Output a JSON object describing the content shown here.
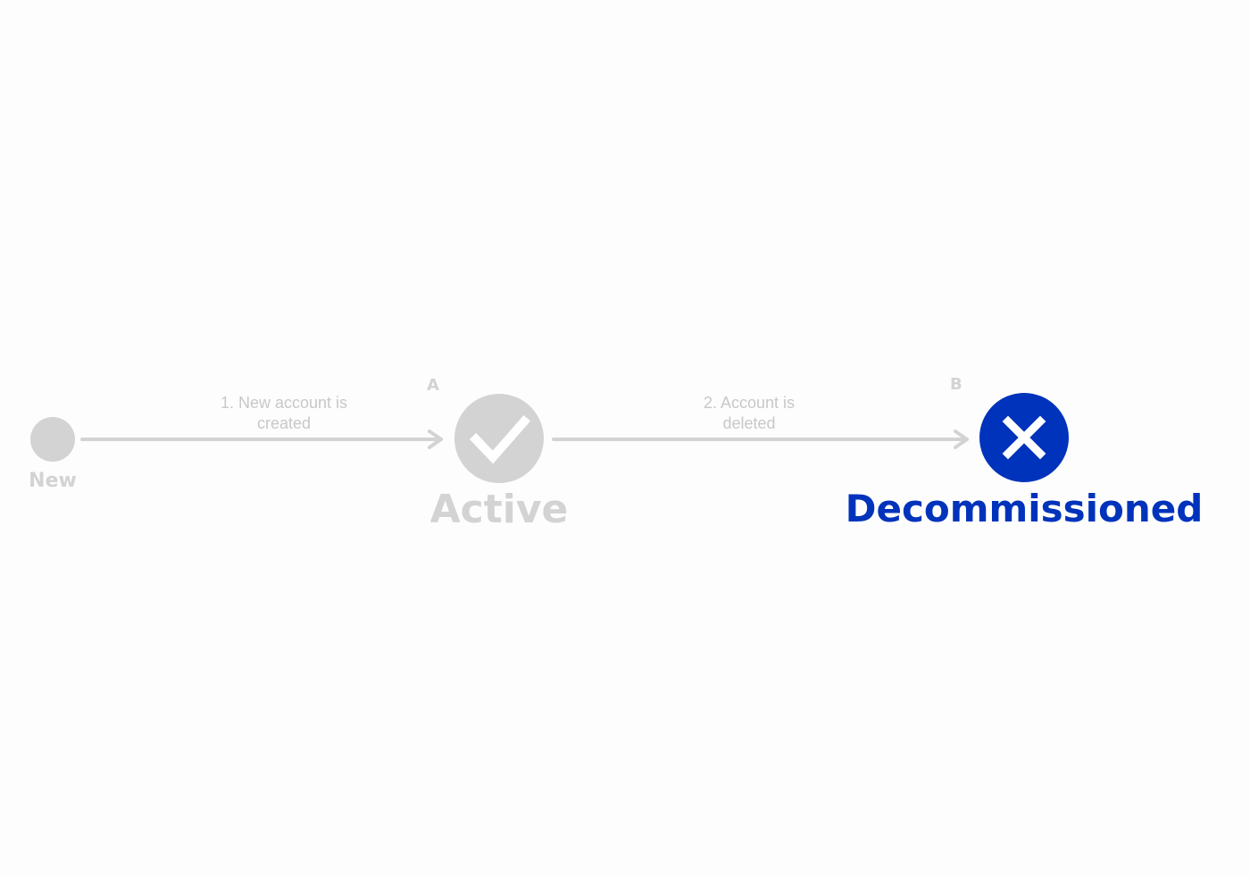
{
  "colors": {
    "inactive": "#d3d3d3",
    "inactive_text": "#c8c8c8",
    "active": "#0033bb",
    "background": "#fdfdfd"
  },
  "states": [
    {
      "id": "new",
      "label": "New",
      "marker": "",
      "icon": "dot-icon",
      "current": false
    },
    {
      "id": "active",
      "label": "Active",
      "marker": "A",
      "icon": "checkmark-icon",
      "current": false
    },
    {
      "id": "decommissioned",
      "label": "Decommissioned",
      "marker": "B",
      "icon": "close-icon",
      "current": true
    }
  ],
  "transitions": [
    {
      "from": "new",
      "to": "active",
      "label_line1": "1. New account is",
      "label_line2": "created"
    },
    {
      "from": "active",
      "to": "decommissioned",
      "label_line1": "2. Account is",
      "label_line2": "deleted"
    }
  ]
}
